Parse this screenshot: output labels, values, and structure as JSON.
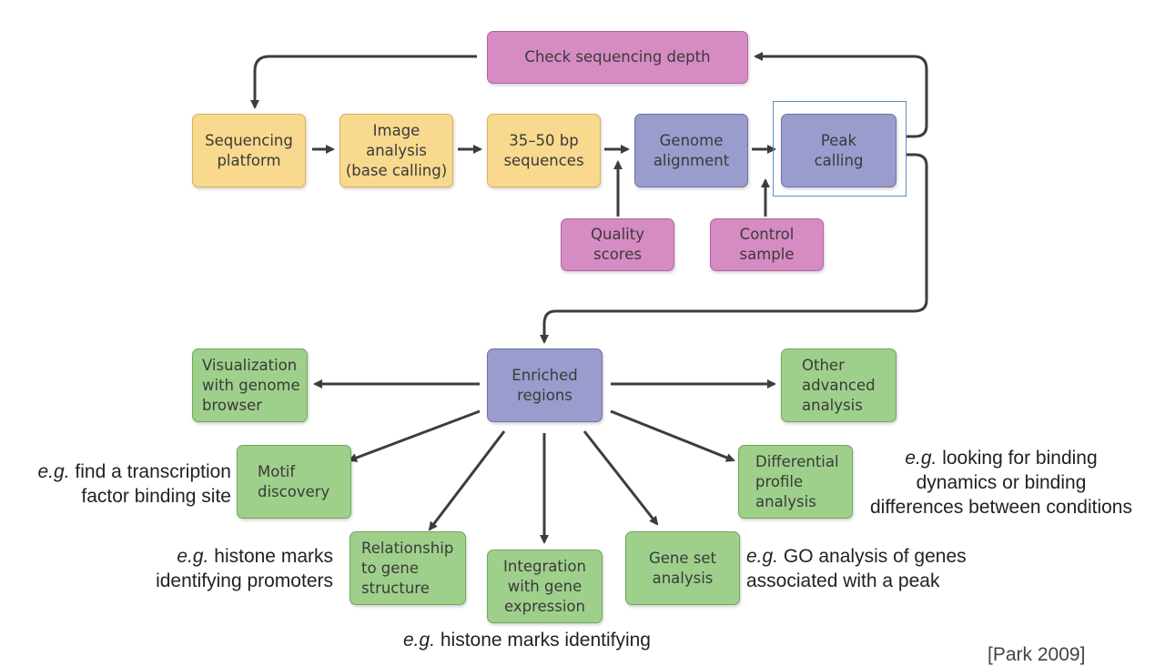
{
  "boxes": {
    "check_depth": "Check sequencing depth",
    "seq_platform": "Sequencing\nplatform",
    "image_analysis": "Image analysis\n(base calling)",
    "sequences": "35–50 bp\nsequences",
    "alignment": "Genome\nalignment",
    "peak_calling": "Peak\ncalling",
    "quality": "Quality\nscores",
    "control": "Control\nsample",
    "enriched": "Enriched\nregions",
    "visualization": "Visualization\nwith genome\nbrowser",
    "other": "Other\nadvanced\nanalysis",
    "motif": "Motif\ndiscovery",
    "differential": "Differential\nprofile\nanalysis",
    "relationship": "Relationship\nto gene\nstructure",
    "integration": "Integration\nwith gene\nexpression",
    "geneset": "Gene set\nanalysis"
  },
  "notes": {
    "eg": "e.g.",
    "motif": " find a transcription\nfactor binding site",
    "differential": " looking for binding\ndynamics or binding\ndifferences between conditions",
    "relationship": " histone marks\nidentifying promoters",
    "geneset": " GO analysis of genes\nassociated with a peak",
    "integration": " histone marks identifying"
  },
  "citation": "[Park 2009]",
  "colors": {
    "yellow": "#f8d98e",
    "purple": "#9a9ccd",
    "pink": "#d68bc3",
    "green": "#9ed08b",
    "arrow": "#3d3d3d",
    "highlight": "#5b8fc4"
  }
}
